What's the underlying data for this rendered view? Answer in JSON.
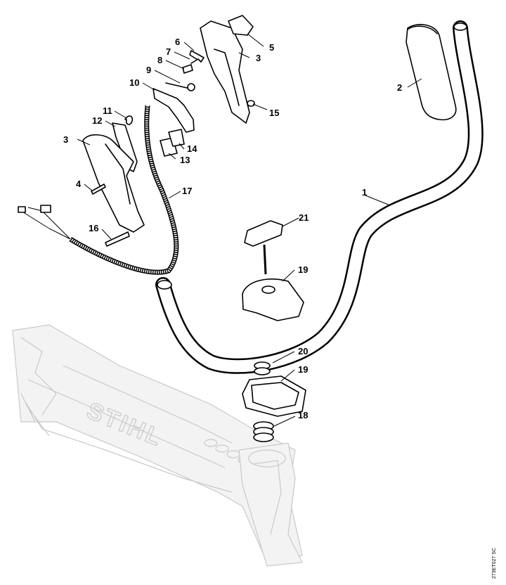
{
  "callouts": {
    "c1": "1",
    "c2": "2",
    "c3a": "3",
    "c3b": "3",
    "c4": "4",
    "c5": "5",
    "c6": "6",
    "c7": "7",
    "c8": "8",
    "c9": "9",
    "c10": "10",
    "c11": "11",
    "c12": "12",
    "c13": "13",
    "c14": "14",
    "c15": "15",
    "c16": "16",
    "c17": "17",
    "c18": "18",
    "c19a": "19",
    "c19b": "19",
    "c20": "20",
    "c21": "21"
  },
  "brand_mark": "STIHL",
  "document_code": "273ET027 SC"
}
